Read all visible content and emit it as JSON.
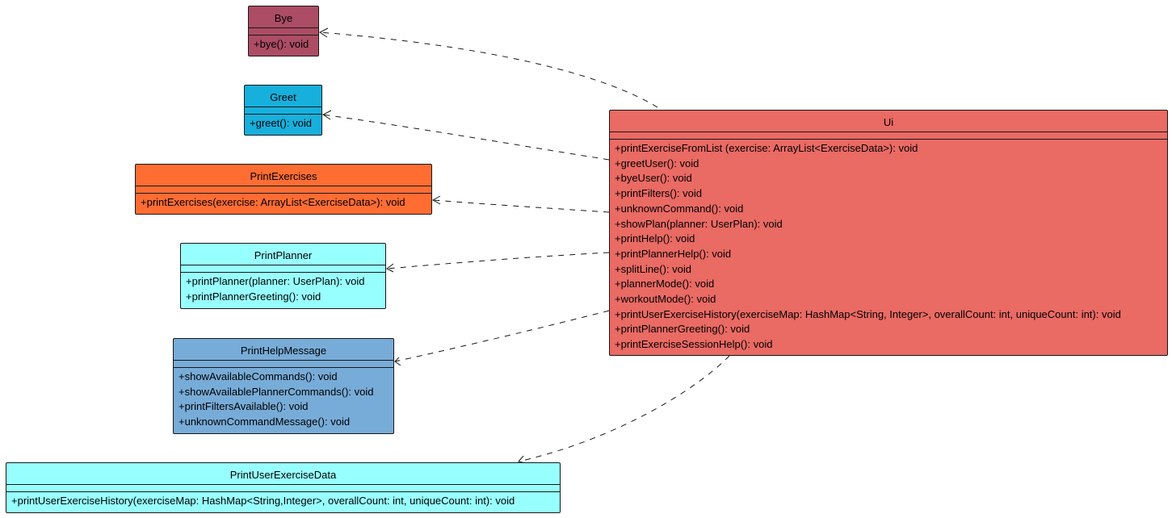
{
  "classes": {
    "bye": {
      "name": "Bye",
      "color": "#AC4D65",
      "methods": [
        "+bye(): void"
      ]
    },
    "greet": {
      "name": "Greet",
      "color": "#17B0DD",
      "methods": [
        "+greet(): void"
      ]
    },
    "print_exercises": {
      "name": "PrintExercises",
      "color": "#FF6D33",
      "methods": [
        "+printExercises(exercise: ArrayList<ExerciseData>): void"
      ]
    },
    "print_planner": {
      "name": "PrintPlanner",
      "color": "#98FFFF",
      "methods": [
        "+printPlanner(planner: UserPlan): void",
        "+printPlannerGreeting(): void"
      ]
    },
    "print_help_message": {
      "name": "PrintHelpMessage",
      "color": "#78ACD8",
      "methods": [
        "+showAvailableCommands(): void",
        "+showAvailablePlannerCommands(): void",
        "+printFiltersAvailable(): void",
        "+unknownCommandMessage(): void"
      ]
    },
    "print_user_exercise_data": {
      "name": "PrintUserExerciseData",
      "color": "#98FFFF",
      "methods": [
        "+printUserExerciseHistory(exerciseMap: HashMap<String,Integer>, overallCount: int, uniqueCount: int): void"
      ]
    },
    "ui": {
      "name": "Ui",
      "color": "#EA6A64",
      "methods": [
        "+printExerciseFromList (exercise: ArrayList<ExerciseData>): void",
        "+greetUser(): void",
        "+byeUser(): void",
        "+printFilters(): void",
        "+unknownCommand(): void",
        "+showPlan(planner: UserPlan): void",
        "+printHelp(): void",
        "+printPlannerHelp(): void",
        "+splitLine(): void",
        "+plannerMode(): void",
        "+workoutMode(): void",
        "+printUserExerciseHistory(exerciseMap: HashMap<String, Integer>, overallCount: int, uniqueCount: int): void",
        "+printPlannerGreeting(): void",
        "+printExerciseSessionHelp(): void"
      ]
    }
  },
  "dependencies": [
    {
      "from": "Ui",
      "to": "Bye"
    },
    {
      "from": "Ui",
      "to": "Greet"
    },
    {
      "from": "Ui",
      "to": "PrintExercises"
    },
    {
      "from": "Ui",
      "to": "PrintPlanner"
    },
    {
      "from": "Ui",
      "to": "PrintHelpMessage"
    },
    {
      "from": "Ui",
      "to": "PrintUserExerciseData"
    }
  ],
  "edge_color": "#181818"
}
